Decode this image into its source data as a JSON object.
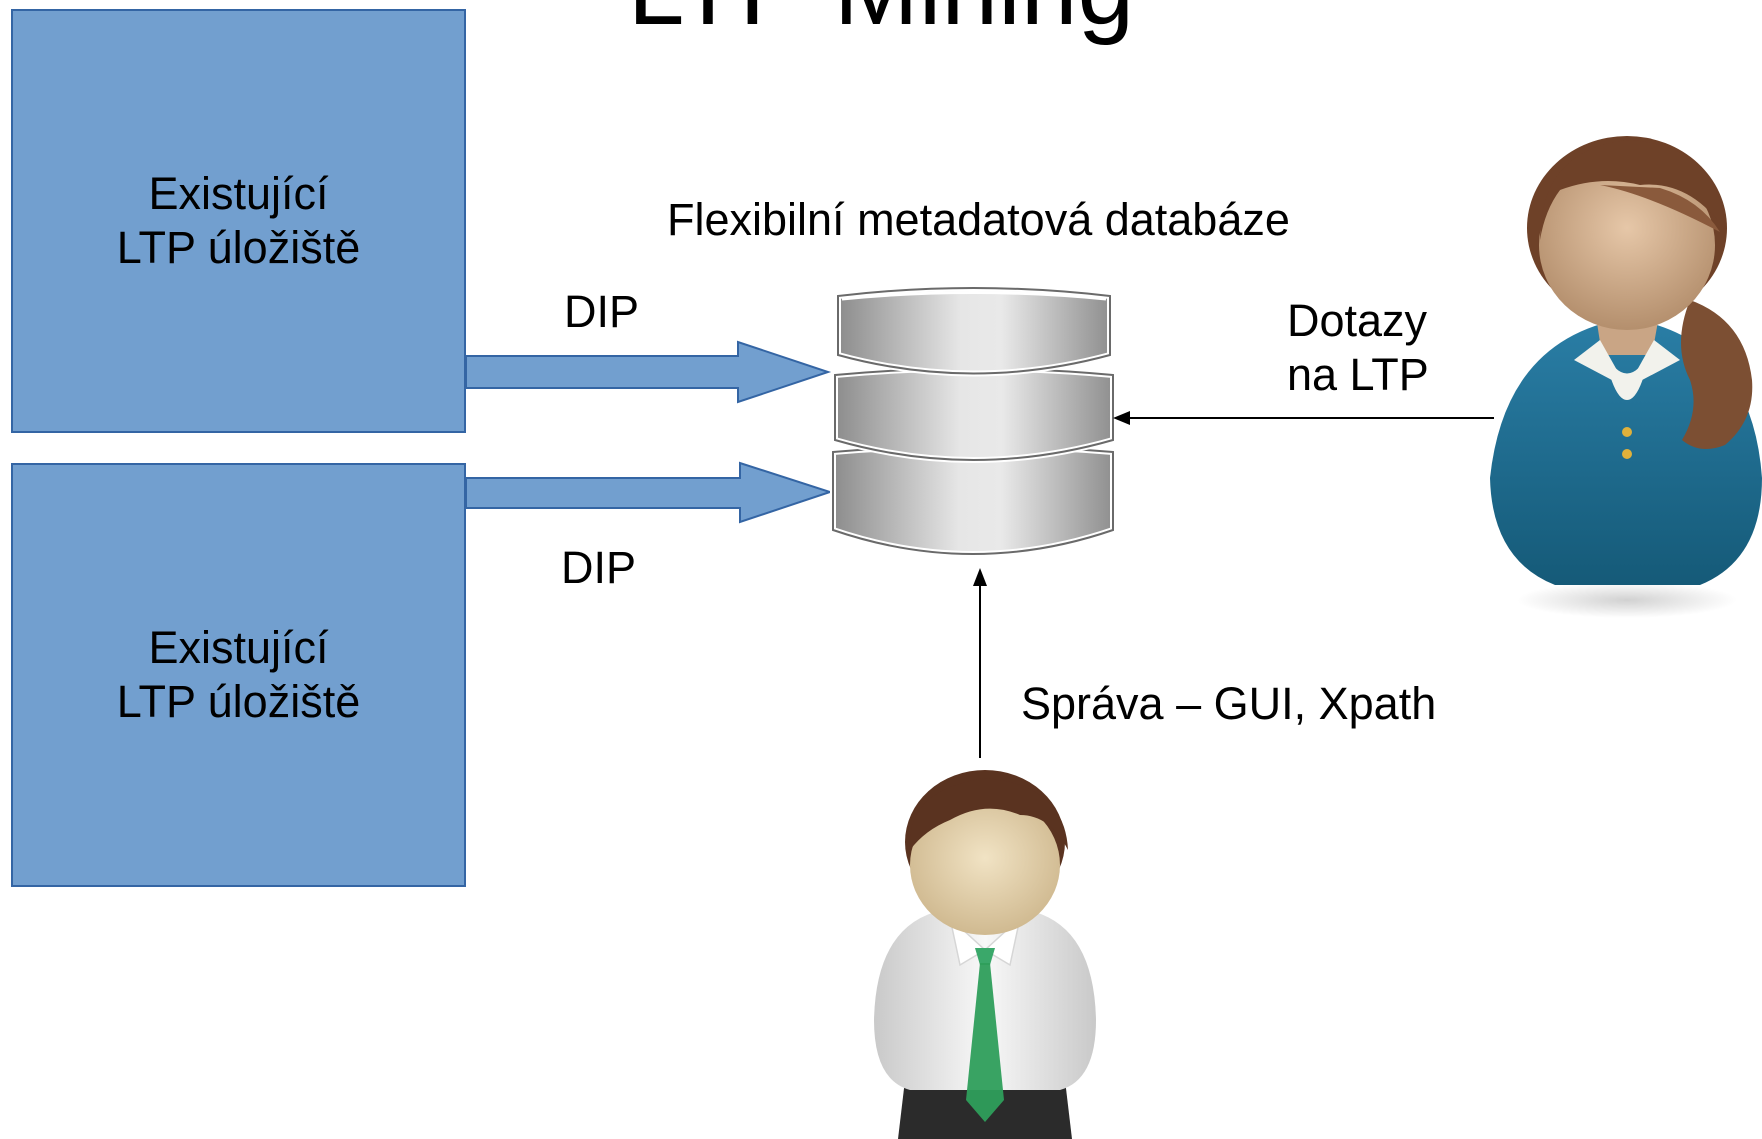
{
  "title": "LTP Mining",
  "storages": [
    {
      "line1": "Existující",
      "line2": "LTP úložiště"
    },
    {
      "line1": "Existující",
      "line2": "LTP úložiště"
    }
  ],
  "dip_labels": [
    "DIP",
    "DIP"
  ],
  "database_label": "Flexibilní metadatová databáze",
  "queries_label": {
    "line1": "Dotazy",
    "line2": "na LTP"
  },
  "admin_label": "Správa – GUI, Xpath",
  "colors": {
    "storage_fill": "#729fcf",
    "storage_border": "#3465a4",
    "arrow_fill": "#729fcf",
    "woman_sweater": "#1d6a8e",
    "man_tie": "#2e9e5b"
  },
  "icons": [
    "database-icon",
    "user-woman-icon",
    "user-man-icon"
  ]
}
